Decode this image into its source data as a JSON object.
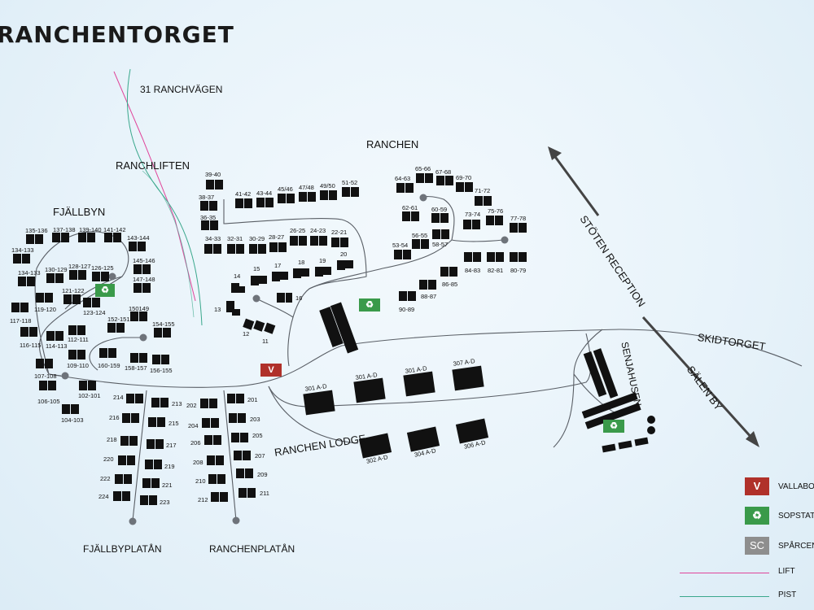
{
  "title": "RANCHENTORGET",
  "colors": {
    "lift": "#e0449a",
    "pist": "#3aa88c",
    "vallabod": "#b0312a",
    "sopstation": "#3a9a4a",
    "sparcentral": "#8e8e8e",
    "building": "#111111",
    "road": "#5a5f66"
  },
  "labels": {
    "road_31": "31 RANCHVÄGEN",
    "ranchliften": "RANCHLIFTEN",
    "fjallbyn": "FJÄLLBYN",
    "ranchen": "RANCHEN",
    "stoten_reception": "STÖTEN RECEPTION",
    "skidtorget": "SKIDTORGET",
    "salen_by": "SÄLEN BY",
    "senjahusen": "SENJAHUSEN",
    "ranchen_lodge": "RANCHEN LODGE",
    "fjallbyplatan": "FJÄLLBYPLATÅN",
    "ranchenplatan": "RANCHENPLATÅN",
    "v_marker": "V"
  },
  "cabins": {
    "c39_40": "39-40",
    "c38_37": "38-37",
    "c36_35": "36-35",
    "c34_33": "34-33",
    "c32_31": "32-31",
    "c30_29": "30-29",
    "c28_27": "28-27",
    "c26_25": "26-25",
    "c24_23": "24-23",
    "c22_21": "22-21",
    "c41_42": "41-42",
    "c43_44": "43-44",
    "c45_46": "45/46",
    "c47_48": "47/48",
    "c49_50": "49/50",
    "c51_52": "51-52",
    "c14": "14",
    "c15": "15",
    "c17": "17",
    "c18": "18",
    "c19": "19",
    "c20": "20",
    "c16": "16",
    "c13": "13",
    "c12": "12",
    "c11": "11",
    "c64_63": "64-63",
    "c65_66": "65-66",
    "c67_68": "67-68",
    "c69_70": "69-70",
    "c71_72": "71-72",
    "c62_61": "62-61",
    "c60_59": "60-59",
    "c73_74": "73-74",
    "c75_76": "75-76",
    "c77_78": "77-78",
    "c56_55": "56-55",
    "c53_54": "53-54",
    "c58_57": "58-57",
    "c84_83": "84-83",
    "c82_81": "82-81",
    "c80_79": "80-79",
    "c86_85": "86-85",
    "c88_87": "88-87",
    "c90_89": "90-89",
    "c135_136": "135-136",
    "c137_138": "137-138",
    "c139_140": "139-140",
    "c141_142": "141-142",
    "c143_144": "143-144",
    "c134_133a": "134-133",
    "c134_133b": "134-133",
    "c130_129": "130-129",
    "c128_127": "128-127",
    "c126_125": "126-125",
    "c145_146": "145-146",
    "c147_148": "147-148",
    "c121_122": "121-122",
    "c119_120": "119-120",
    "c123_124": "123-124",
    "c150_149": "150149",
    "c152_151": "152-151",
    "c154_155": "154-155",
    "c117_118": "117-118",
    "c116_115": "116-115",
    "c114_113": "114-113",
    "c112_111": "112-111",
    "c109_110": "109-110",
    "c160_159": "160-159",
    "c158_157": "158-157",
    "c156_155": "156-155",
    "c107_108": "107-108",
    "c106_105": "106-105",
    "c102_101": "102-101",
    "c104_103": "104-103",
    "c214": "214",
    "c213": "213",
    "c216": "216",
    "c215": "215",
    "c218": "218",
    "c217": "217",
    "c220": "220",
    "c219": "219",
    "c222": "222",
    "c221": "221",
    "c224": "224",
    "c223": "223",
    "c202": "202",
    "c201": "201",
    "c204": "204",
    "c203": "203",
    "c206": "206",
    "c205": "205",
    "c208": "208",
    "c207": "207",
    "c210": "210",
    "c209": "209",
    "c212": "212",
    "c211": "211",
    "c301a": "301 A-D",
    "c301b": "301 A-D",
    "c301c": "301 A-D",
    "c307": "307 A-D",
    "c302": "302 A-D",
    "c304": "304 A-D",
    "c306": "306 A-D"
  },
  "legend": {
    "vallabod": "VALLABOD",
    "sopstation": "SOPSTATION",
    "sparcentral": "SPÅRCENTRAL",
    "sc_icon": "SC",
    "v_icon": "V",
    "lift": "LIFT",
    "pist": "PIST"
  }
}
